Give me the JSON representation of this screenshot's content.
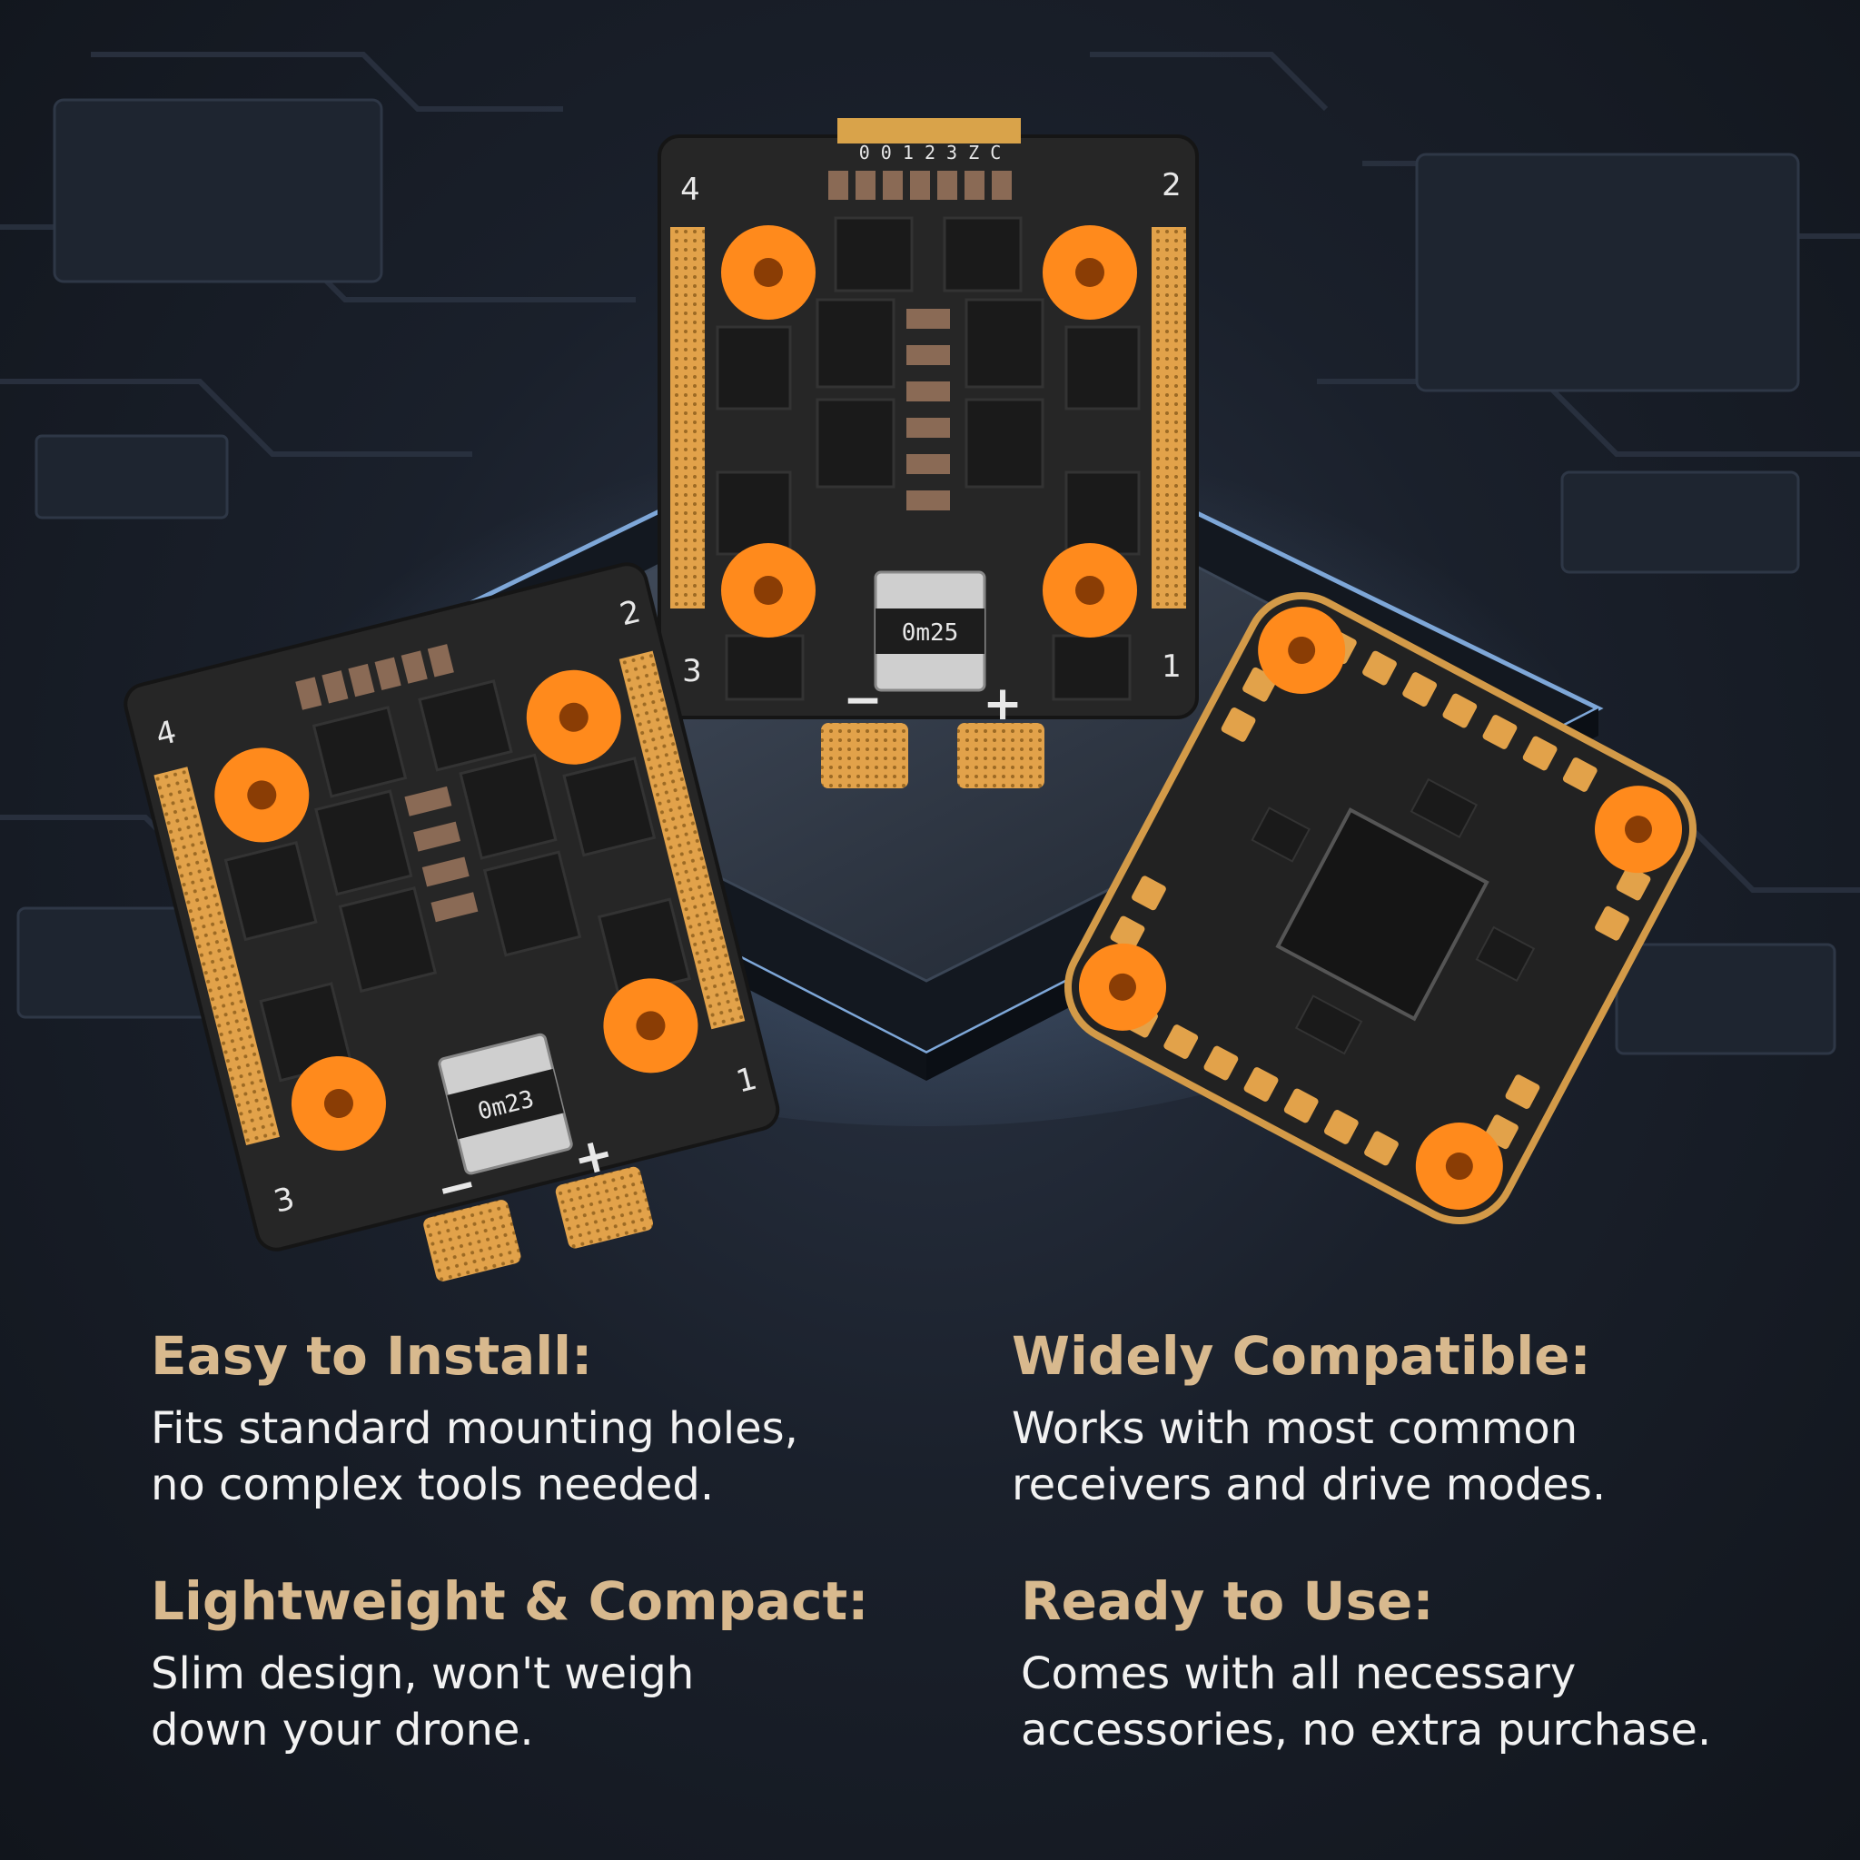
{
  "colors": {
    "background": "#151a22",
    "heading": "#d8b98e",
    "body_text": "#f2f2f2",
    "accent_orange": "#ff8a1c",
    "pcb": "#2a2a2a",
    "gold_pad": "#e0a64a"
  },
  "products": {
    "top_esc": {
      "chip_label": "0m25",
      "pin_labels": "0 0 1 2 3 Z C",
      "corner_numbers": [
        "4",
        "2",
        "3",
        "1"
      ],
      "polarity_minus": "−",
      "polarity_plus": "+"
    },
    "left_esc": {
      "chip_label": "0m23",
      "corner_numbers": [
        "4",
        "2",
        "3",
        "1"
      ],
      "polarity_minus": "−",
      "polarity_plus": "+"
    },
    "flight_controller": {
      "icon": "flight-controller-board"
    }
  },
  "features": [
    {
      "title": "Easy to Install:",
      "lines": [
        "Fits standard mounting holes,",
        "no complex tools needed."
      ]
    },
    {
      "title": "Widely Compatible:",
      "lines": [
        "Works with most common",
        "receivers and drive modes."
      ]
    },
    {
      "title": "Lightweight & Compact:",
      "lines": [
        "Slim design, won't weigh",
        "down your drone."
      ]
    },
    {
      "title": "Ready to Use:",
      "lines": [
        "Comes with all necessary",
        "accessories, no extra purchase."
      ]
    }
  ]
}
